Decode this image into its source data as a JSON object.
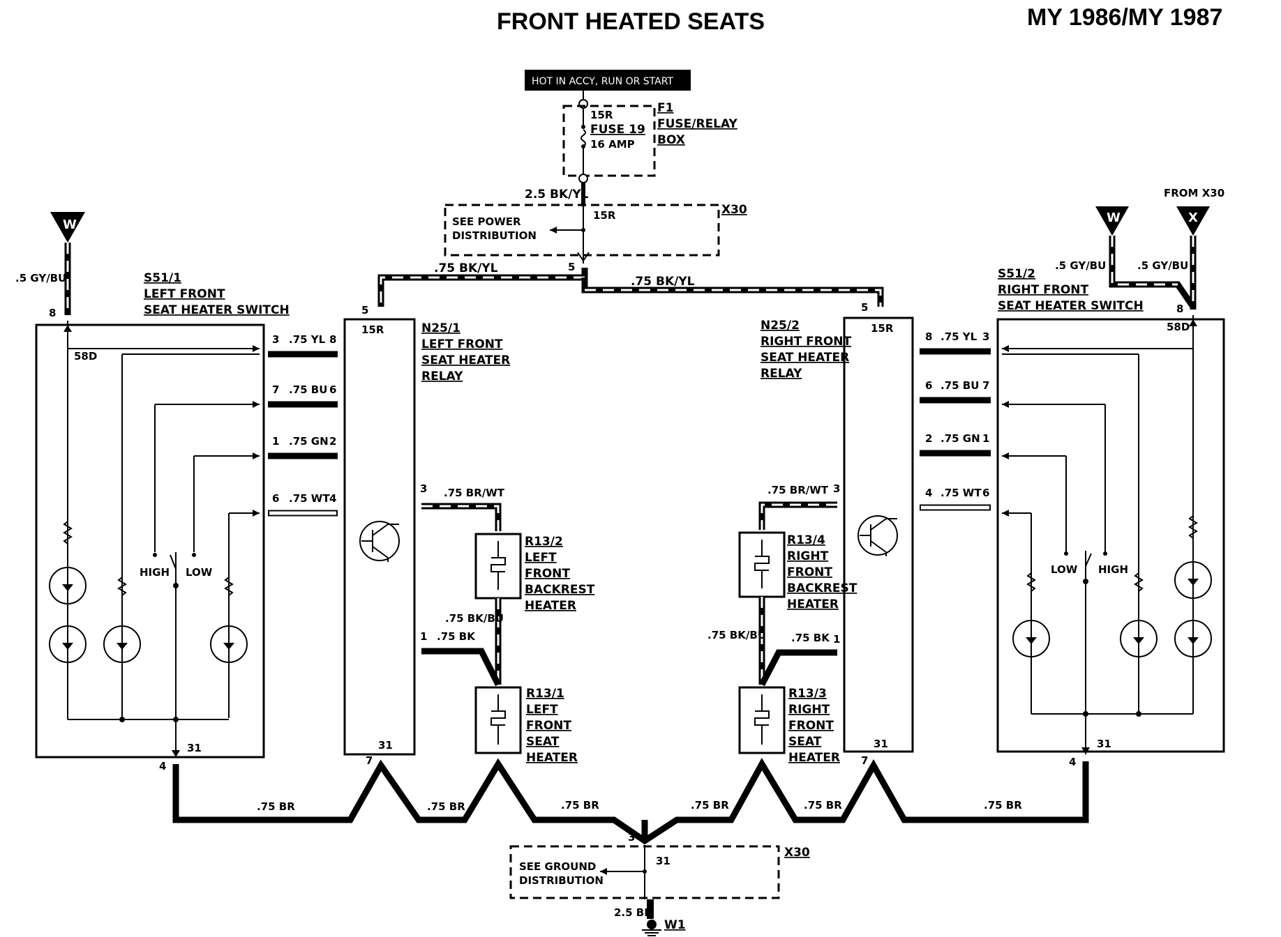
{
  "title": "FRONT HEATED SEATS",
  "model_years": "MY 1986/MY 1987",
  "hot_label": "HOT IN ACCY, RUN OR START",
  "fuse": {
    "pin_top": "15R",
    "name": "FUSE 19",
    "rating": "16 AMP",
    "ref": "F1",
    "box_line1": "FUSE/RELAY",
    "box_line2": "BOX"
  },
  "power_dist": {
    "ref": "X30",
    "line1": "SEE POWER",
    "line2": "DISTRIBUTION",
    "pin": "15R",
    "out_pin": "5",
    "in_wire": "2.5 BK/YL"
  },
  "ground_dist": {
    "ref": "X30",
    "line1": "SEE GROUND",
    "line2": "DISTRIBUTION",
    "pin": "31",
    "in_pin": "3",
    "out_wire": "2.5 BR",
    "ground_ref": "W1"
  },
  "connectors": {
    "left_w": "W",
    "right_w": "W",
    "right_x": "X",
    "from_x30": "FROM X30"
  },
  "left_switch": {
    "ref": "S51/1",
    "line1": "LEFT FRONT",
    "line2": "SEAT HEATER SWITCH",
    "feed_wire": ".5 GY/BU",
    "feed_pin": "8",
    "lamp_pin": "58D",
    "high": "HIGH",
    "low": "LOW",
    "gnd_pin_out": "4",
    "gnd_pin_in": "31"
  },
  "right_switch": {
    "ref": "S51/2",
    "line1": "RIGHT FRONT",
    "line2": "SEAT HEATER SWITCH",
    "feed_wire_1": ".5 GY/BU",
    "feed_wire_2": ".5 GY/BU",
    "feed_pin": "8",
    "lamp_pin": "58D",
    "high": "HIGH",
    "low": "LOW",
    "gnd_pin_out": "4",
    "gnd_pin_in": "31"
  },
  "left_relay": {
    "ref": "N25/1",
    "line1": "LEFT FRONT",
    "line2": "SEAT HEATER",
    "line3": "RELAY",
    "pin_15r": "15R",
    "pin_5": "5",
    "pin_31": "31",
    "pin_7": "7",
    "pin_3": "3",
    "pin_1": "1"
  },
  "right_relay": {
    "ref": "N25/2",
    "line1": "RIGHT FRONT",
    "line2": "SEAT HEATER",
    "line3": "RELAY",
    "pin_15r": "15R",
    "pin_5": "5",
    "pin_31": "31",
    "pin_7": "7",
    "pin_3": "3",
    "pin_1": "1"
  },
  "left_links": [
    {
      "a": "3",
      "wire": ".75 YL",
      "b": "8"
    },
    {
      "a": "7",
      "wire": ".75 BU",
      "b": "6"
    },
    {
      "a": "1",
      "wire": ".75 GN",
      "b": "2"
    },
    {
      "a": "6",
      "wire": ".75 WT",
      "b": "4"
    }
  ],
  "right_links": [
    {
      "a": "8",
      "wire": ".75 YL",
      "b": "3"
    },
    {
      "a": "6",
      "wire": ".75 BU",
      "b": "7"
    },
    {
      "a": "2",
      "wire": ".75 GN",
      "b": "1"
    },
    {
      "a": "4",
      "wire": ".75 WT",
      "b": "6"
    }
  ],
  "feed_wires": {
    "left": ".75 BK/YL",
    "right": ".75 BK/YL"
  },
  "heaters": {
    "r13_2": {
      "ref": "R13/2",
      "l1": "LEFT",
      "l2": "FRONT",
      "l3": "BACKREST",
      "l4": "HEATER"
    },
    "r13_1": {
      "ref": "R13/1",
      "l1": "LEFT",
      "l2": "FRONT",
      "l3": "SEAT",
      "l4": "HEATER"
    },
    "r13_4": {
      "ref": "R13/4",
      "l1": "RIGHT",
      "l2": "FRONT",
      "l3": "BACKREST",
      "l4": "HEATER"
    },
    "r13_3": {
      "ref": "R13/3",
      "l1": "RIGHT",
      "l2": "FRONT",
      "l3": "SEAT",
      "l4": "HEATER"
    }
  },
  "heater_wires": {
    "left_br_wt": ".75 BR/WT",
    "left_bk_bu": ".75 BK/BU",
    "left_bk": ".75 BK",
    "right_br_wt": ".75 BR/WT",
    "right_bk_bu": ".75 BK/BU",
    "right_bk": ".75 BK"
  },
  "ground_wires": [
    ".75 BR",
    ".75 BR",
    ".75 BR",
    ".75 BR",
    ".75 BR",
    ".75 BR"
  ]
}
